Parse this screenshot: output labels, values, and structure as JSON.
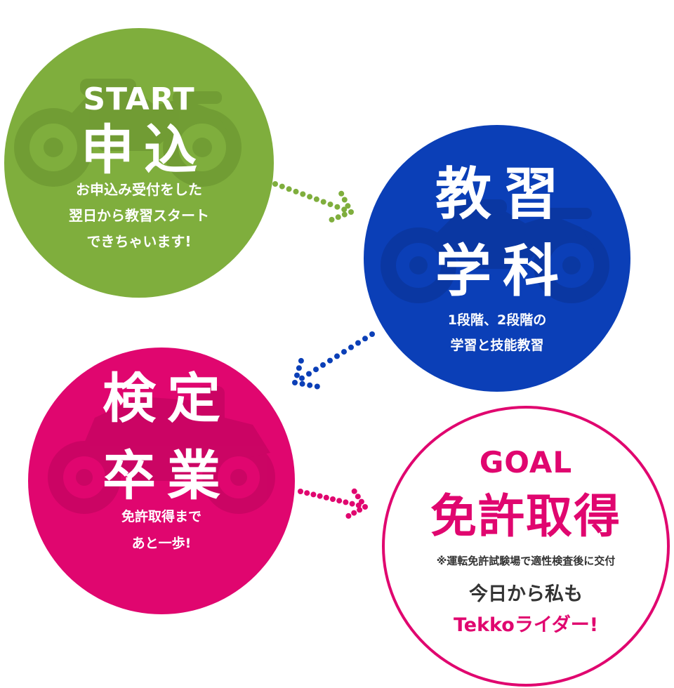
{
  "colors": {
    "green": "#7fae3d",
    "blue": "#0b3fb7",
    "magenta": "#e0066f",
    "dark_text": "#333333",
    "white": "#ffffff"
  },
  "steps": {
    "start": {
      "label": "START",
      "title": "申込",
      "description": "お申込み受付をした\n翌日から教習スタート\nできちゃいます!",
      "icon": "motorcycle-icon"
    },
    "study": {
      "title": "教習\n学科",
      "description": "1段階、2段階の\n学習と技能教習",
      "icon": "motorcycle-icon"
    },
    "exam": {
      "title": "検定\n卒業",
      "description": "免許取得まで\nあと一歩!",
      "icon": "scooter-icon"
    },
    "goal": {
      "label": "GOAL",
      "title": "免許取得",
      "note": "※運転免許試験場で適性検査後に交付",
      "message_line1": "今日から私も",
      "message_line2": "Tekkoライダー!"
    }
  },
  "connectors": [
    {
      "from": "start",
      "to": "study",
      "color": "#7fae3d",
      "icon": "dotted-arrow-right-icon"
    },
    {
      "from": "study",
      "to": "exam",
      "color": "#0b3fb7",
      "icon": "dotted-arrow-down-left-icon"
    },
    {
      "from": "exam",
      "to": "goal",
      "color": "#e0066f",
      "icon": "dotted-arrow-right-icon"
    }
  ]
}
